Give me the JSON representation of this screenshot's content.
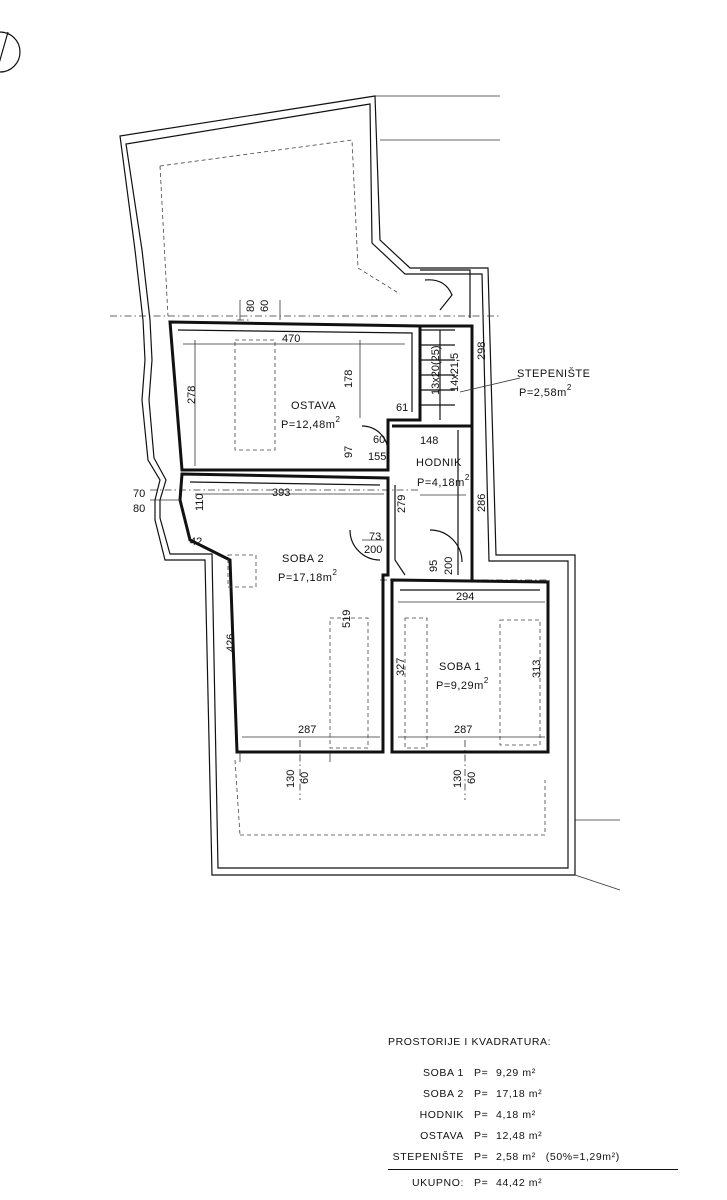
{
  "rooms": {
    "ostava": {
      "name": "OSTAVA",
      "area": "P=12,48m"
    },
    "stepeniste": {
      "name": "STEPENIŠTE",
      "area": "P=2,58m"
    },
    "hodnik": {
      "name": "HODNIK",
      "area": "P=4,18m"
    },
    "soba2": {
      "name": "SOBA 2",
      "area": "P=17,18m"
    },
    "soba1": {
      "name": "SOBA 1",
      "area": "P=9,29m"
    }
  },
  "units": {
    "sq": "2"
  },
  "dimensions": {
    "ostava_width": "470",
    "ostava_height": "278",
    "ostava_inner": "178",
    "ostava_wall": "97",
    "ostava_door_61": "61",
    "door_60": "60",
    "door_155": "155",
    "window_top_80": "80",
    "window_top_60": "60",
    "stair_a": "13x20(25)",
    "stair_b": "14x21,5",
    "stair_len": "298",
    "hodnik_width": "148",
    "hodnik_height": "279",
    "hodnik_side": "286",
    "soba2_width": "393",
    "soba2_height": "519",
    "soba2_left": "426",
    "soba2_door_73": "73",
    "soba2_door_200": "200",
    "left_70": "70",
    "left_80": "80",
    "left_110": "110",
    "left_42": "42",
    "soba1_door_95": "95",
    "soba1_door_200": "200",
    "soba1_width": "294",
    "soba1_left": "327",
    "soba1_right": "313",
    "bottom_287_a": "287",
    "bottom_287_b": "287",
    "win_b1_130": "130",
    "win_b1_60": "60",
    "win_b2_130": "130",
    "win_b2_60": "60"
  },
  "legend": {
    "title": "PROSTORIJE I KVADRATURA:",
    "rows": [
      {
        "name": "SOBA 1",
        "p": "P=",
        "value": "9,29 m²",
        "note": ""
      },
      {
        "name": "SOBA 2",
        "p": "P=",
        "value": "17,18 m²",
        "note": ""
      },
      {
        "name": "HODNIK",
        "p": "P=",
        "value": "4,18 m²",
        "note": ""
      },
      {
        "name": "OSTAVA",
        "p": "P=",
        "value": "12,48 m²",
        "note": ""
      },
      {
        "name": "STEPENIŠTE",
        "p": "P=",
        "value": "2,58 m²",
        "note": "(50%=1,29m²)"
      }
    ],
    "total": {
      "name": "UKUPNO:",
      "p": "P=",
      "value": "44,42 m²"
    }
  }
}
